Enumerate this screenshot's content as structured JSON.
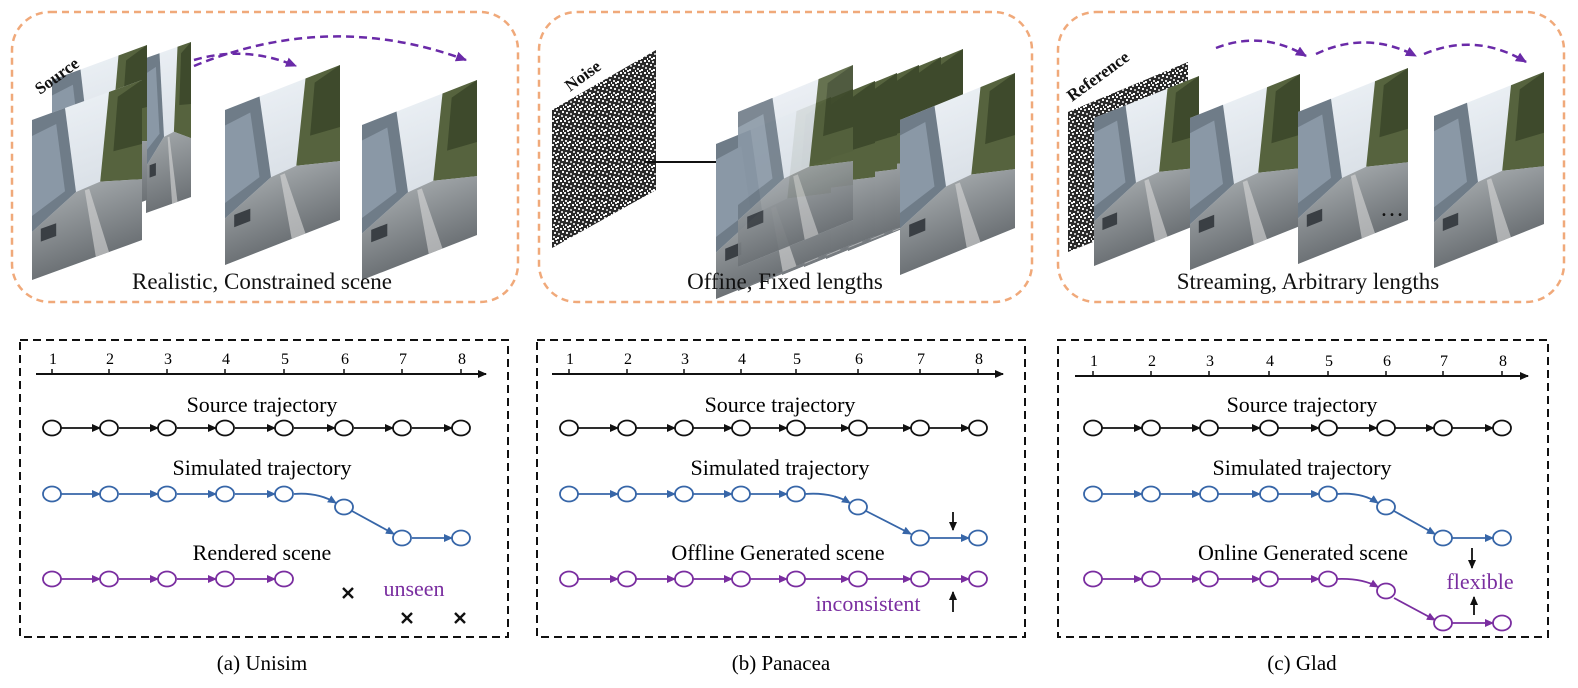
{
  "colors": {
    "orange_border": "#f0a97a",
    "black": "#111111",
    "blue": "#3766a8",
    "purple": "#7a2ea0",
    "arrow_purple": "#6a2aa8"
  },
  "panels": [
    {
      "caption": "(a) Unisim",
      "top": {
        "scene_text": "Realistic, Constrained scene",
        "frame_label": "Source"
      },
      "bottom": {
        "timeline_ticks": [
          "1",
          "2",
          "3",
          "4",
          "5",
          "6",
          "7",
          "8"
        ],
        "labels": {
          "source": "Source trajectory",
          "simulated": "Simulated trajectory",
          "generated": "Rendered scene"
        },
        "note": "unseen"
      }
    },
    {
      "caption": "(b) Panacea",
      "top": {
        "scene_text": "Offine, Fixed lengths",
        "frame_label": "Noise"
      },
      "bottom": {
        "timeline_ticks": [
          "1",
          "2",
          "3",
          "4",
          "5",
          "6",
          "7",
          "8"
        ],
        "labels": {
          "source": "Source trajectory",
          "simulated": "Simulated trajectory",
          "generated": "Offline Generated scene"
        },
        "note": "inconsistent"
      }
    },
    {
      "caption": "(c) Glad",
      "top": {
        "scene_text": "Streaming, Arbitrary lengths",
        "frame_label": "Reference",
        "ellipsis": "…"
      },
      "bottom": {
        "timeline_ticks": [
          "1",
          "2",
          "3",
          "4",
          "5",
          "6",
          "7",
          "8"
        ],
        "labels": {
          "source": "Source trajectory",
          "simulated": "Simulated trajectory",
          "generated": "Online Generated scene"
        },
        "note": "flexible"
      }
    }
  ]
}
